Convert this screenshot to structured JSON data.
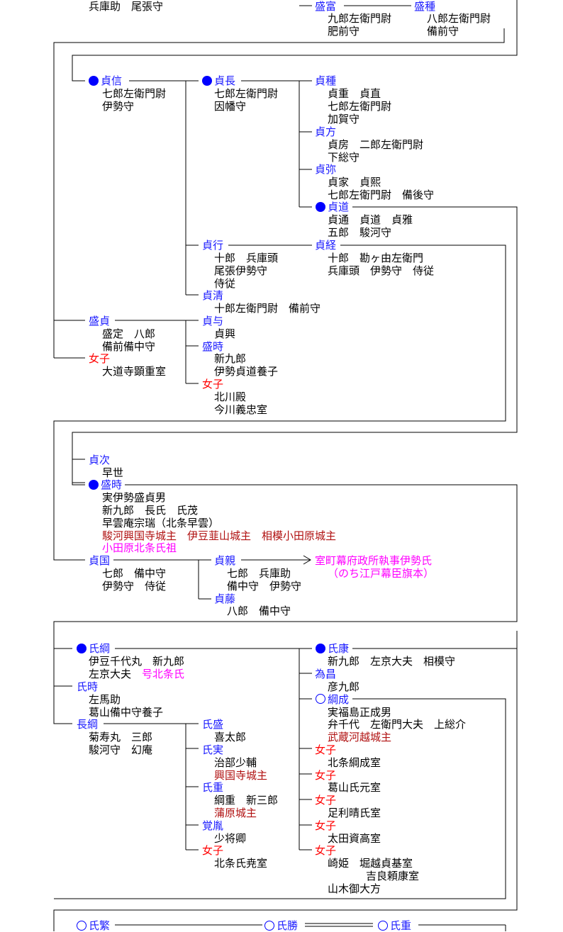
{
  "colors": {
    "name": "#1a1aff",
    "female": "#ff0000",
    "castle": "#b01010",
    "note": "#ff00ff",
    "line": "#000000"
  },
  "top": {
    "left_details": "兵庫助　尾張守",
    "mori_tomi": {
      "name": "盛富",
      "d1": "九郎左衛門尉",
      "d2": "肥前守"
    },
    "mori_tane": {
      "name": "盛種",
      "d1": "八郎左衛門尉",
      "d2": "備前守"
    }
  },
  "block2": {
    "sadanobu": {
      "name": "貞信",
      "d1": "七郎左衛門尉",
      "d2": "伊勢守"
    },
    "sadanaga": {
      "name": "貞長",
      "d1": "七郎左衛門尉",
      "d2": "因幡守"
    },
    "sadatane": {
      "name": "貞種",
      "d1": "貞重　貞直",
      "d2": "七郎左衛門尉",
      "d3": "加賀守"
    },
    "sadakata": {
      "name": "貞方",
      "d1": "貞房　二郎左衛門尉",
      "d2": "下総守"
    },
    "sadaya": {
      "name": "貞弥",
      "d1": "貞家　貞熙",
      "d2": "七郎左衛門尉　備後守"
    },
    "sadamichi": {
      "name": "貞道",
      "d1": "貞通　貞道　貞雅",
      "d2": "五郎　駿河守"
    },
    "sadayuki": {
      "name": "貞行",
      "d1": "十郎　兵庫頭",
      "d2": "尾張伊勢守",
      "d3": "侍従"
    },
    "sadatsune": {
      "name": "貞経",
      "d1": "十郎　勘ヶ由左衛門",
      "d2": "兵庫頭　伊勢守　侍従"
    },
    "sadakiyo": {
      "name": "貞清",
      "d1": "十郎左衛門尉　備前守"
    },
    "morisada": {
      "name": "盛貞",
      "d1": "盛定　八郎",
      "d2": "備前備中守"
    },
    "daughter1": {
      "name": "女子",
      "d1": "大道寺顕重室"
    },
    "sadatomo": {
      "name": "貞与",
      "d1": "貞興"
    },
    "moritoki1": {
      "name": "盛時",
      "d1": "新九郎",
      "d2": "伊勢貞道養子"
    },
    "daughter2": {
      "name": "女子",
      "d1": "北川殿",
      "d2": "今川義忠室"
    }
  },
  "block3": {
    "sadatsugu": {
      "name": "貞次",
      "d1": "早世"
    },
    "moritoki2": {
      "name": "盛時",
      "d1": "実伊勢盛貞男",
      "d2": "新九郎　長氏　氏茂",
      "d3": "早雲庵宗瑞（北条早雲）",
      "c1": "駿河興国寺城主　伊豆韮山城主　相模小田原城主",
      "n1": "小田原北条氏祖"
    },
    "sadakuni": {
      "name": "貞国",
      "d1": "七郎　備中守",
      "d2": "伊勢守　侍従"
    },
    "sadachika": {
      "name": "貞親",
      "d1": "七郎　兵庫助",
      "d2": "備中守　伊勢守"
    },
    "arrow_note": {
      "n1": "室町幕府政所執事伊勢氏",
      "n2": "（のち江戸幕臣旗本）"
    },
    "sadafuji": {
      "name": "貞藤",
      "d1": "八郎　備中守"
    }
  },
  "block4": {
    "ujitsuna": {
      "name": "氏綱",
      "d1": "伊豆千代丸　新九郎",
      "d2": "左京大夫　",
      "n1": "号北条氏"
    },
    "ujitoki": {
      "name": "氏時",
      "d1": "左馬助",
      "d2": "葛山備中守養子"
    },
    "nagatsuna": {
      "name": "長綱",
      "d1": "菊寿丸　三郎",
      "d2": "駿河守　幻庵"
    },
    "ujimori": {
      "name": "氏盛",
      "d1": "喜太郎"
    },
    "ujizane": {
      "name": "氏実",
      "d1": "治部少輔",
      "c1": "興国寺城主"
    },
    "ujishige": {
      "name": "氏重",
      "d1": "綱重　新三郎",
      "c1": "蒲原城主"
    },
    "kakugai": {
      "name": "覚胤",
      "d1": "少将卿"
    },
    "daughter3": {
      "name": "女子",
      "d1": "北条氏尭室"
    },
    "ujiyasu": {
      "name": "氏康",
      "d1": "新九郎　左京大夫　相模守"
    },
    "tamemasa": {
      "name": "為昌",
      "d1": "彦九郎"
    },
    "tsunashige": {
      "name": "綱成",
      "d1": "実福島正成男",
      "d2": "弁千代　左衛門大夫　上総介",
      "c1": "武蔵河越城主"
    },
    "d4": {
      "name": "女子",
      "d1": "北条綱成室"
    },
    "d5": {
      "name": "女子",
      "d1": "葛山氏元室"
    },
    "d6": {
      "name": "女子",
      "d1": "足利晴氏室"
    },
    "d7": {
      "name": "女子",
      "d1": "太田資高室"
    },
    "d8": {
      "name": "女子",
      "d1": "崎姫　堀越貞基室",
      "d2": "吉良頼康室",
      "d3": "山木御大方"
    }
  },
  "bottom": {
    "ujishige_b": {
      "name": "氏繁"
    },
    "ujikatsu": {
      "name": "氏勝"
    },
    "ujishige2": {
      "name": "氏重"
    }
  }
}
